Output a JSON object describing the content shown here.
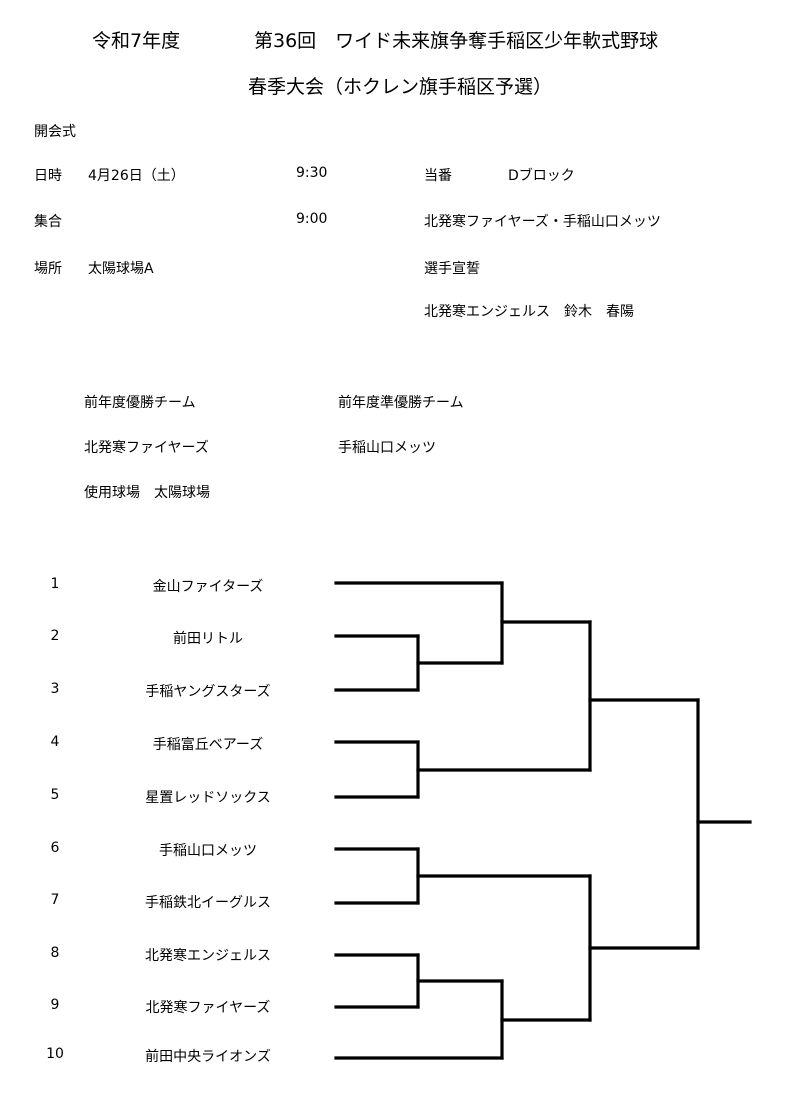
{
  "header": {
    "year": "令和7年度",
    "title_line1": "第36回　ワイド未来旗争奪手稲区少年軟式野球",
    "title_line2": "春季大会（ホクレン旗手稲区予選）"
  },
  "ceremony": {
    "heading": "開会式",
    "date_label": "日時",
    "date_value": "4月26日（土）",
    "date_time": "9:30",
    "gather_label": "集合",
    "gather_time": "9:00",
    "place_label": "場所",
    "place_value": "太陽球場A",
    "duty_label": "当番",
    "duty_value": "Dブロック",
    "duty_teams": "北発寒ファイヤーズ・手稲山口メッツ",
    "oath_label": "選手宣誓",
    "oath_value": "北発寒エンジェルス　鈴木　春陽"
  },
  "previous": {
    "champion_label": "前年度優勝チーム",
    "champion_team": "北発寒ファイヤーズ",
    "runnerup_label": "前年度準優勝チーム",
    "runnerup_team": "手稲山口メッツ",
    "stadium": "使用球場　太陽球場"
  },
  "bracket": {
    "teams": [
      {
        "seed": "1",
        "name": "金山ファイターズ"
      },
      {
        "seed": "2",
        "name": "前田リトル"
      },
      {
        "seed": "3",
        "name": "手稲ヤングスターズ"
      },
      {
        "seed": "4",
        "name": "手稲富丘ベアーズ"
      },
      {
        "seed": "5",
        "name": "星置レッドソックス"
      },
      {
        "seed": "6",
        "name": "手稲山口メッツ"
      },
      {
        "seed": "7",
        "name": "手稲鉄北イーグルス"
      },
      {
        "seed": "8",
        "name": "北発寒エンジェルス"
      },
      {
        "seed": "9",
        "name": "北発寒ファイヤーズ"
      },
      {
        "seed": "10",
        "name": "前田中央ライオンズ"
      }
    ]
  }
}
